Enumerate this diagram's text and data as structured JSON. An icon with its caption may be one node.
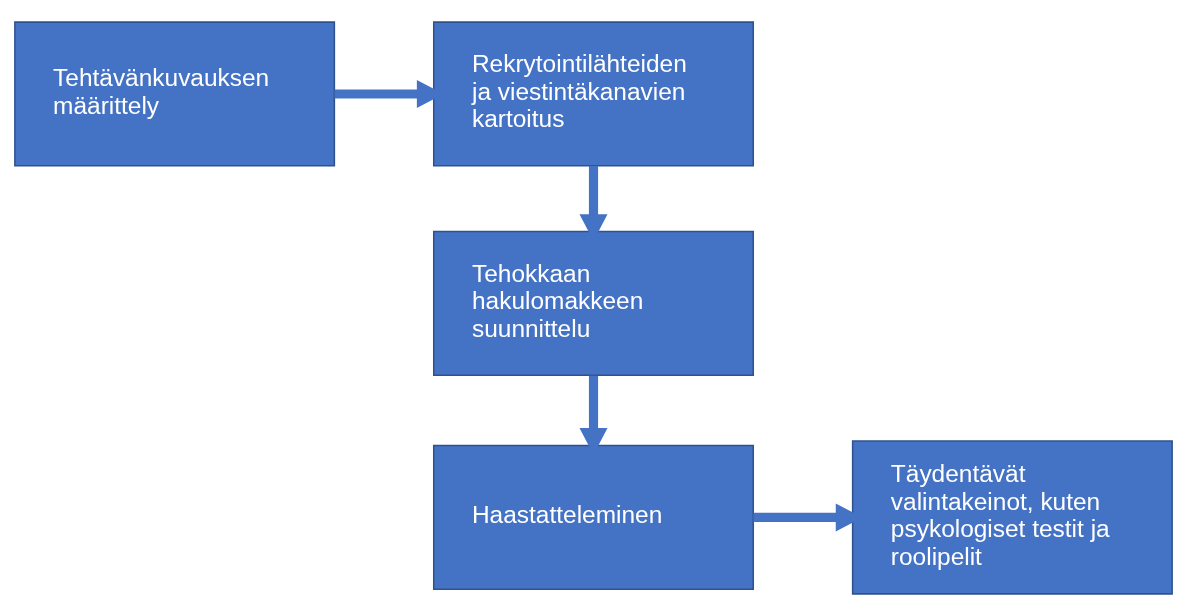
{
  "diagram": {
    "nodes": [
      {
        "text": [
          "Tehtävänkuvauksen määrittely"
        ]
      },
      {
        "text": [
          "Rekrytointilähteiden ja viestintäkanavien kartoitus"
        ]
      },
      {
        "text": [
          "Tehokkaan hakulomakkeen suunnittelu"
        ]
      },
      {
        "text": [
          "Haastatteleminen"
        ]
      },
      {
        "text": [
          "Täydentävät valintakeinot, kuten psykologiset testit ja roolipelit"
        ]
      }
    ],
    "edges": [
      {
        "from": 0,
        "to": 1,
        "arrow": "to"
      },
      {
        "from": 1,
        "to": 2,
        "arrow": "to"
      },
      {
        "from": 2,
        "to": 3,
        "arrow": "to"
      },
      {
        "from": 3,
        "to": 4,
        "arrow": "to"
      }
    ]
  }
}
